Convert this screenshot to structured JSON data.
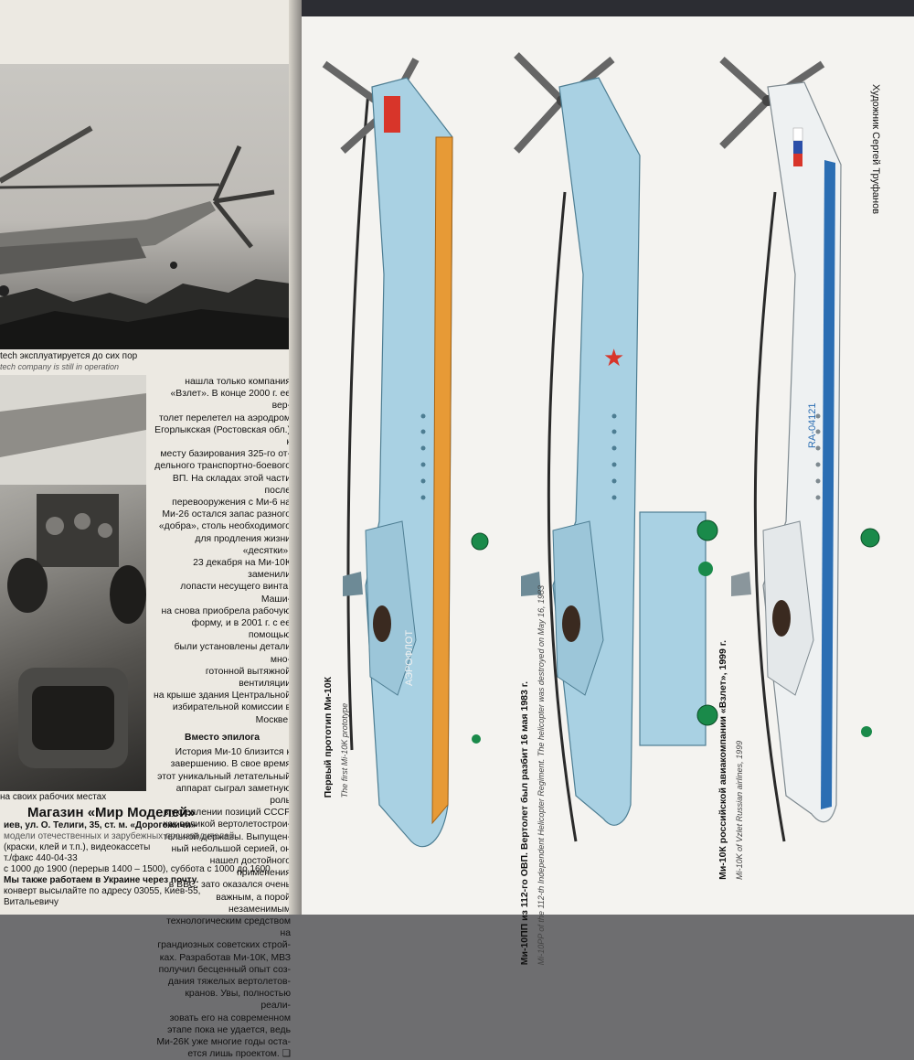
{
  "left_page": {
    "photo_top_caption_ru": "tech эксплуатируется до сих пор",
    "photo_top_caption_en": "tech company is still in operation",
    "photo_cockpit_caption": "на своих рабочих местах",
    "column_paragraphs": [
      "нашла только компания",
      "«Взлет». В конце 2000 г. ее вер-",
      "толет перелетел на аэродром",
      "Егорлыкская (Ростовская обл.) к",
      "месту базирования 325-го от-",
      "дельного транспортно-боевого",
      "ВП. На складах этой части после",
      "перевооружения с Ми-6 на",
      "Ми-26 остался запас разного",
      "«добра», столь необходимого",
      "для продления жизни «десятки».",
      "23 декабря на Ми-10К заменили",
      "лопасти несущего винта. Маши-",
      "на снова приобрела рабочую",
      "форму, и в 2001 г. с ее помощью",
      "были установлены детали мно-",
      "готонной вытяжной вентиляции",
      "на крыше здания Центральной",
      "избирательной комиссии в",
      "Москве."
    ],
    "section_heading": "Вместо эпилога",
    "epilogue_paragraphs": [
      "История Ми-10 близится к",
      "завершению. В свое время",
      "этот уникальный летательный",
      "аппарат сыграл заметную роль",
      "в укреплении позиций СССР",
      "как великой вертолетострои-",
      "тельной державы. Выпущен-",
      "ный небольшой серией, он",
      "нашел достойного применения",
      "в ВВС, зато оказался очень",
      "важным, а порой незаменимым",
      "технологическим средством на",
      "грандиозных советских строй-",
      "ках. Разработав Ми-10К, МВЗ",
      "получил бесценный опыт соз-",
      "дания тяжелых вертолетов-",
      "кранов. Увы, полностью реали-",
      "зовать его на современном",
      "этапе пока не удается, ведь",
      "Ми-26К уже многие годы оста-",
      "ется лишь проектом. ❑"
    ],
    "shop": {
      "title": "Магазин «Мир Моделей»",
      "lines": [
        "иев, ул. О. Телиги, 35, ст. м. «Дорогожичи»",
        "модели отечественных и зарубежных производителей",
        "(краски, клей и т.п.), видеокассеты",
        "т./факс 440-04-33",
        "с 1000 до 1900 (перерыв 1400 – 1500), суббота с 1000 до 1600",
        "Мы также работаем в Украине через почту.",
        "конверт высылайте по адресу 03055, Киев-55,",
        "Витальевичу"
      ]
    }
  },
  "right_page": {
    "artist": "Художник Сергей Труфанов",
    "profiles": [
      {
        "caption_ru": "Первый прототип Ми-10К",
        "caption_en": "The first Mi-10K prototype",
        "body_color": "#a9d1e3",
        "stripe_color": "#e79a36",
        "marking": "АЭРОФЛОТ"
      },
      {
        "caption_ru": "Ми-10ПП из 112-го ОВП. Вертолет был разбит 16 мая 1983 г.",
        "caption_en": "Mi-10PP of the 112-th Independent Helicopter Regiment. The helicopter was destroyed on May 16, 1983",
        "body_color": "#a9d1e3",
        "stripe_color": "#a9d1e3",
        "marking": "★"
      },
      {
        "caption_ru": "Ми-10К российской авиакомпании «Взлет», 1999 г.",
        "caption_en": "Mi-10K of Vzlet Russian airlines, 1999",
        "body_color": "#eef1f2",
        "stripe_color": "#2b6eb3",
        "marking": "RA-04121"
      }
    ]
  }
}
